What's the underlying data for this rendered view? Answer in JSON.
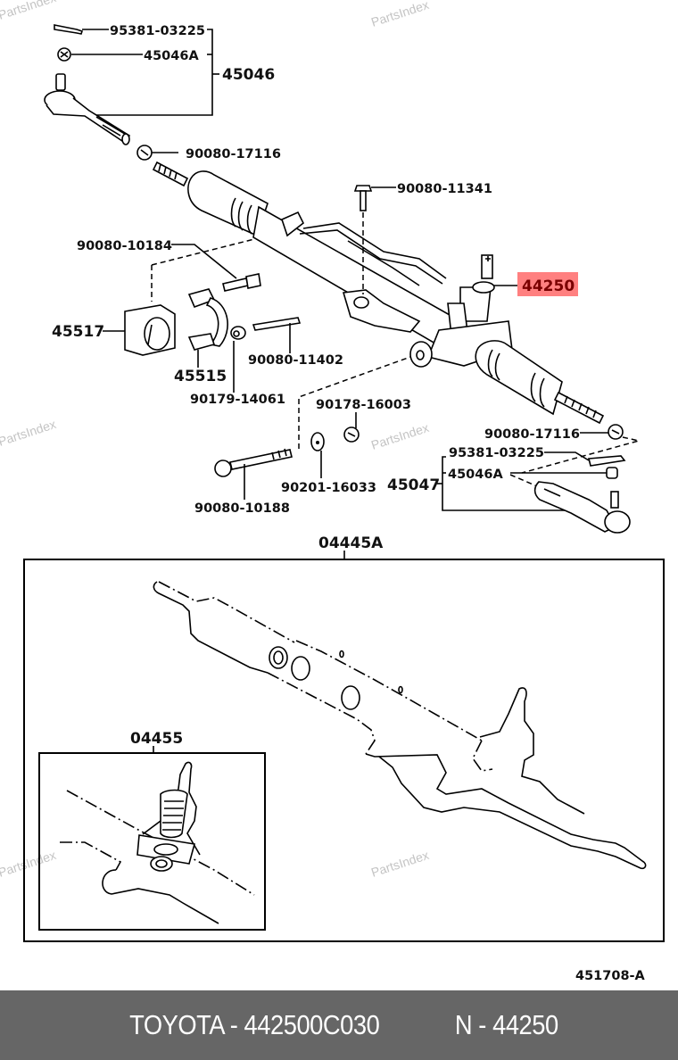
{
  "watermark": "PartsIndex",
  "highlight_color": "#ff8080",
  "highlight_text_color": "#7a0000",
  "labels": {
    "p95381_top": "95381-03225",
    "p45046A_top": "45046A",
    "p45046": "45046",
    "p90080_17116_top": "90080-17116",
    "p90080_11341": "90080-11341",
    "p90080_10184": "90080-10184",
    "p44250": "44250",
    "p45517": "45517",
    "p45515": "45515",
    "p90080_11402": "90080-11402",
    "p90179_14061": "90179-14061",
    "p90178_16003": "90178-16003",
    "p90080_17116_bottom": "90080-17116",
    "p95381_bottom": "95381-03225",
    "p45046A_bottom": "45046A",
    "p45047": "45047",
    "p90201_16033": "90201-16033",
    "p90080_10188": "90080-10188",
    "p04445A": "04445A",
    "p04455": "04455",
    "diagram_code": "451708-A"
  },
  "footer": {
    "brand_part": "TOYOTA - 442500C030",
    "ref": "N - 44250"
  }
}
